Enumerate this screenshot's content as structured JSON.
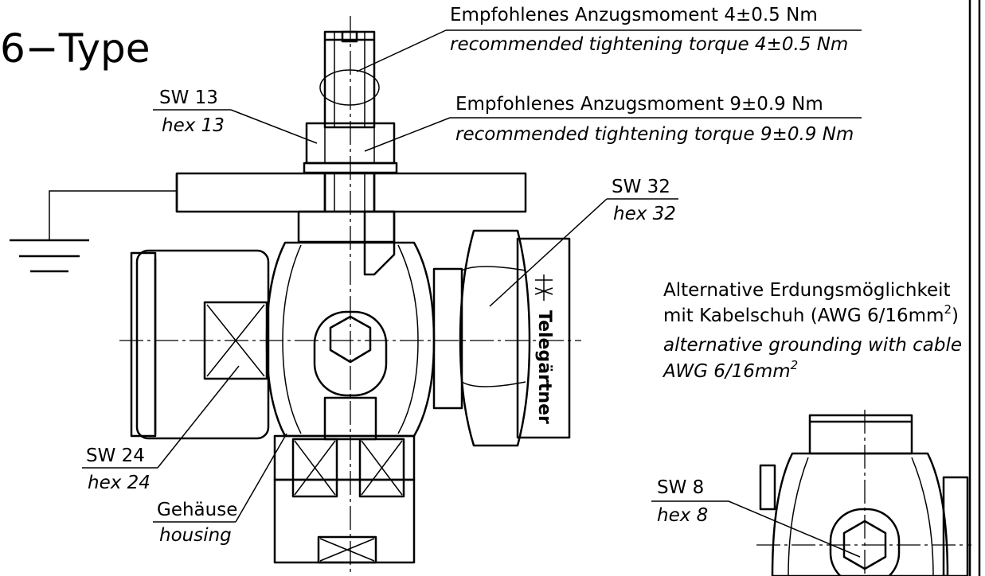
{
  "title": "6−Type",
  "brand": "Telegärtner",
  "callouts": {
    "torque_top": {
      "de": "Empfohlenes Anzugsmoment 4±0.5 Nm",
      "en": "recommended tightening torque 4±0.5 Nm"
    },
    "torque_mid": {
      "de": "Empfohlenes Anzugsmoment 9±0.9 Nm",
      "en": "recommended tightening torque 9±0.9 Nm"
    },
    "sw13": {
      "de": "SW 13",
      "en": "hex 13"
    },
    "sw32": {
      "de": "SW 32",
      "en": "hex 32"
    },
    "sw24": {
      "de": "SW 24",
      "en": "hex 24"
    },
    "housing": {
      "de": "Gehäuse",
      "en": "housing"
    },
    "sw8": {
      "de": "SW 8",
      "en": "hex 8"
    },
    "grounding": {
      "de_line1": "Alternative Erdungsmöglichkeit",
      "de_line2": "mit Kabelschuh (AWG 6/16mm",
      "de_sup": "2",
      "de_close": ")",
      "en_line1": "alternative grounding with cable",
      "en_line2": "AWG 6/16mm",
      "en_sup": "2"
    }
  }
}
